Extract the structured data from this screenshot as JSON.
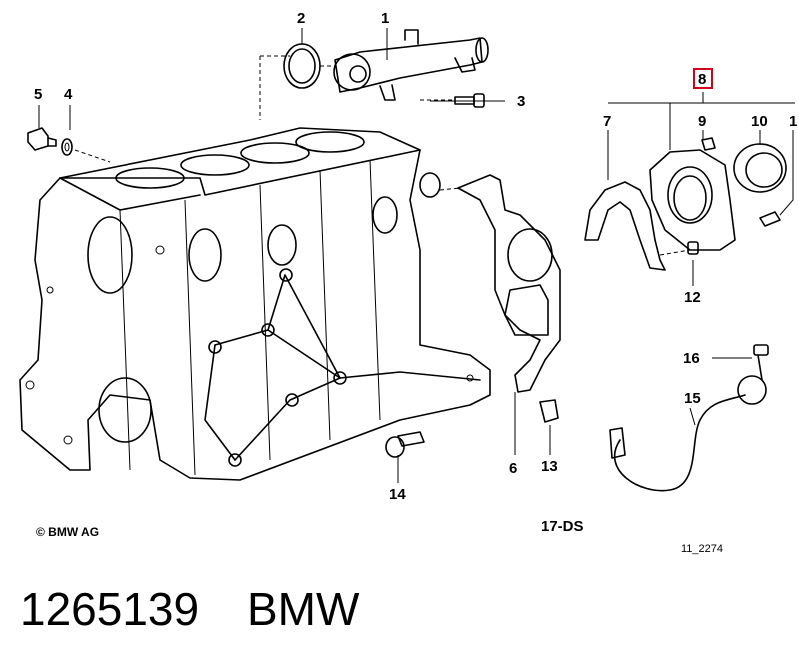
{
  "diagram": {
    "callouts": [
      {
        "id": "c1",
        "text": "1"
      },
      {
        "id": "c2",
        "text": "2"
      },
      {
        "id": "c3",
        "text": "3"
      },
      {
        "id": "c4",
        "text": "4"
      },
      {
        "id": "c5",
        "text": "5"
      },
      {
        "id": "c6",
        "text": "6"
      },
      {
        "id": "c7",
        "text": "7"
      },
      {
        "id": "c8",
        "text": "8"
      },
      {
        "id": "c9",
        "text": "9"
      },
      {
        "id": "c10",
        "text": "10"
      },
      {
        "id": "c11",
        "text": "1"
      },
      {
        "id": "c12",
        "text": "12"
      },
      {
        "id": "c13",
        "text": "13"
      },
      {
        "id": "c14",
        "text": "14"
      },
      {
        "id": "c15",
        "text": "15"
      },
      {
        "id": "c16",
        "text": "16"
      }
    ],
    "highlighted_callout": "8",
    "highlight_color": "#d0021b",
    "copyright": "© BMW AG",
    "ds_code": "17-DS",
    "figure_id": "11_2274"
  },
  "footer": {
    "part_number": "1265139",
    "brand": "BMW"
  }
}
